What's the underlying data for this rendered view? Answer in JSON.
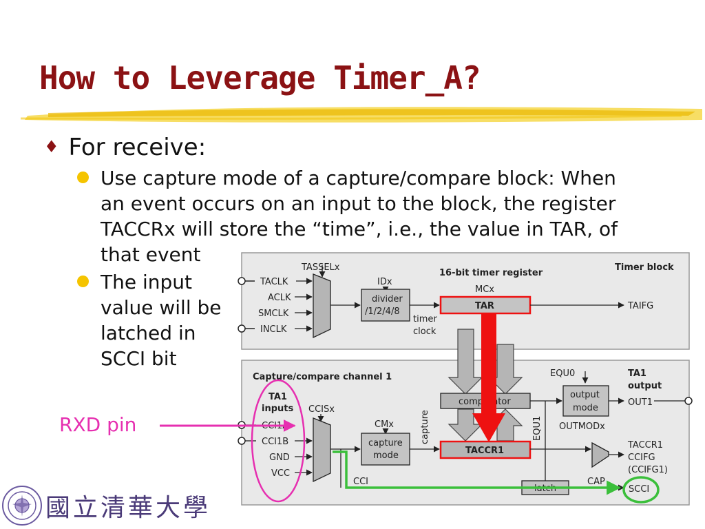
{
  "slide": {
    "title": "How to Leverage Timer_A?",
    "bullet1": "For receive:",
    "sub_bullets": [
      {
        "lines": [
          "Use capture mode of a capture/compare block: When",
          "an event occurs on an input to the block, the register",
          "TACCRx will store the “time”, i.e., the value in TAR, of",
          "that event"
        ]
      },
      {
        "lines": [
          "The input",
          "value will be",
          "latched in",
          "SCCI bit"
        ]
      }
    ],
    "rxd_label": "RXD pin",
    "university_name": "國立清華大學",
    "accent_colors": {
      "title": "#8b1214",
      "bullet_dot": "#f5c400",
      "rxd": "#e62fb0",
      "green_path": "#3bbf3b",
      "red": "#ee1111"
    }
  },
  "diagram": {
    "timer_block": {
      "label": "Timer block",
      "tassel": "TASSELx",
      "inputs": [
        "TACLK",
        "ACLK",
        "SMCLK",
        "INCLK"
      ],
      "idx": "IDx",
      "divider": [
        "divider",
        "/1/2/4/8"
      ],
      "timer_clock": [
        "timer",
        "clock"
      ],
      "register_title": "16-bit timer register",
      "mcx": "MCx",
      "tar": "TAR",
      "taifg": "TAIFG"
    },
    "capture_block": {
      "label": "Capture/compare channel 1",
      "ta1_inputs": [
        "TA1",
        "inputs"
      ],
      "inputs": [
        "CCI1A",
        "CCI1B",
        "GND",
        "VCC"
      ],
      "ccisx": "CCISx",
      "cmx": "CMx",
      "capture_mode": [
        "capture",
        "mode"
      ],
      "capture_vertical": "capture",
      "comparator": "comparator",
      "taccr1": "TACCR1",
      "equ0": "EQU0",
      "equ1": "EQU1",
      "output_mode": [
        "output",
        "mode"
      ],
      "outmodx": "OUTMODx",
      "ta1_output": [
        "TA1",
        "output"
      ],
      "out1": "OUT1",
      "taccr1_flag": [
        "TACCR1",
        "CCIFG",
        "(CCIFG1)"
      ],
      "cci": "CCI",
      "latch": "latch",
      "cap": "CAP",
      "scci": "SCCI"
    }
  }
}
